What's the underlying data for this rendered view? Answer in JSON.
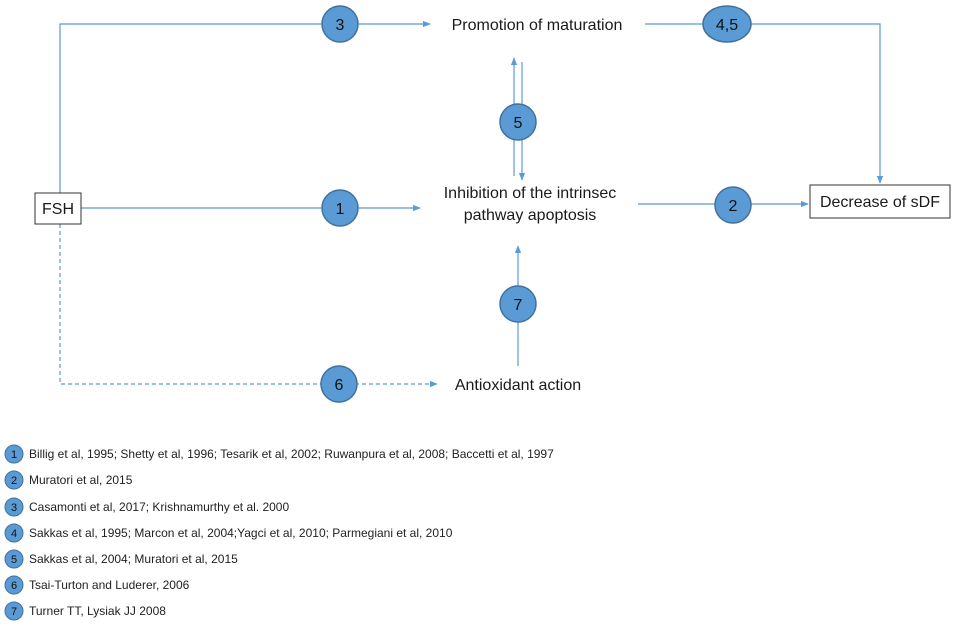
{
  "colors": {
    "line": "#5b9bd5",
    "badge_fill": "#5b9bd5",
    "badge_stroke": "#41719c",
    "box_stroke": "#333333"
  },
  "nodes": {
    "fsh": "FSH",
    "promotion": "Promotion of maturation",
    "inhibition_line1": "Inhibition of the intrinsec",
    "inhibition_line2": "pathway apoptosis",
    "antioxidant": "Antioxidant action",
    "decrease": "Decrease of sDF"
  },
  "badges": {
    "b3": "3",
    "b45": "4,5",
    "b5": "5",
    "b1": "1",
    "b2": "2",
    "b7": "7",
    "b6": "6"
  },
  "references": [
    {
      "num": "1",
      "text": "Billig et al, 1995;  Shetty et al, 1996;  Tesarik et al, 2002;  Ruwanpura et al, 2008;  Baccetti et al, 1997"
    },
    {
      "num": "2",
      "text": "Muratori et al, 2015"
    },
    {
      "num": "3",
      "text": "Casamonti et al, 2017;  Krishnamurthy  et al. 2000"
    },
    {
      "num": "4",
      "text": "Sakkas et al, 1995;  Marcon et al, 2004;Yagci et al, 2010;  Parmegiani et al, 2010"
    },
    {
      "num": "5",
      "text": "Sakkas et al, 2004;  Muratori et al, 2015"
    },
    {
      "num": "6",
      "text": "Tsai-Turton and Luderer,  2006"
    },
    {
      "num": "7",
      "text": "Turner TT, Lysiak JJ 2008"
    }
  ]
}
